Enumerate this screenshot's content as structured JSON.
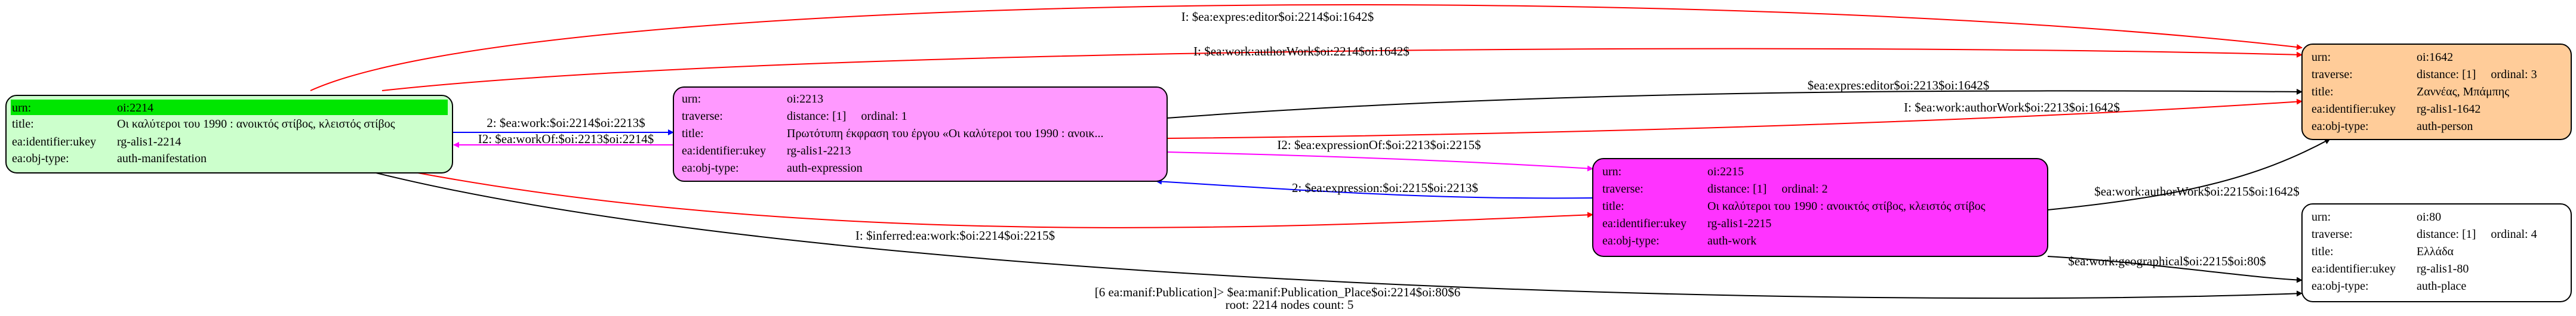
{
  "footer": "root: 2214 nodes count: 5",
  "colors": {
    "manifestation_fill": "#ccffcc",
    "manifestation_header": "#00e600",
    "expression_fill": "#ff99ff",
    "work_fill": "#ff33ff",
    "person_fill": "#ffcc99",
    "place_fill": "#ffffff",
    "edge_red": "#ff0000",
    "edge_black": "#000000",
    "edge_blue": "#0000ff",
    "edge_magenta": "#ff00ff"
  },
  "nodes": {
    "manif": {
      "id": "n2214",
      "fields": [
        {
          "k": "urn:",
          "v": "oi:2214"
        },
        {
          "k": "title:",
          "v": "Οι καλύτεροι του 1990 : ανοικτός στίβος, κλειστός στίβος"
        },
        {
          "k": "ea:identifier:ukey",
          "v": "rg-alis1-2214"
        },
        {
          "k": "ea:obj-type:",
          "v": "auth-manifestation"
        }
      ]
    },
    "expr": {
      "id": "n2213",
      "fields": [
        {
          "k": "urn:",
          "v": "oi:2213"
        },
        {
          "k": "traverse:",
          "v": "distance: [1]     ordinal: 1"
        },
        {
          "k": "title:",
          "v": "Πρωτότυπη έκφραση του έργου «Οι καλύτεροι του 1990 : ανοικ..."
        },
        {
          "k": "ea:identifier:ukey",
          "v": "rg-alis1-2213"
        },
        {
          "k": "ea:obj-type:",
          "v": "auth-expression"
        }
      ]
    },
    "work": {
      "id": "n2215",
      "fields": [
        {
          "k": "urn:",
          "v": "oi:2215"
        },
        {
          "k": "traverse:",
          "v": "distance: [1]     ordinal: 2"
        },
        {
          "k": "title:",
          "v": "Οι καλύτεροι του 1990 : ανοικτός στίβος, κλειστός στίβος"
        },
        {
          "k": "ea:identifier:ukey",
          "v": "rg-alis1-2215"
        },
        {
          "k": "ea:obj-type:",
          "v": "auth-work"
        }
      ]
    },
    "person": {
      "id": "n1642",
      "fields": [
        {
          "k": "urn:",
          "v": "oi:1642"
        },
        {
          "k": "traverse:",
          "v": "distance: [1]     ordinal: 3"
        },
        {
          "k": "title:",
          "v": "Ζαννέας, Μπάμπης"
        },
        {
          "k": "ea:identifier:ukey",
          "v": "rg-alis1-1642"
        },
        {
          "k": "ea:obj-type:",
          "v": "auth-person"
        }
      ]
    },
    "place": {
      "id": "n80",
      "fields": [
        {
          "k": "urn:",
          "v": "oi:80"
        },
        {
          "k": "traverse:",
          "v": "distance: [1]     ordinal: 4"
        },
        {
          "k": "title:",
          "v": "Ελλάδα"
        },
        {
          "k": "ea:identifier:ukey",
          "v": "rg-alis1-80"
        },
        {
          "k": "ea:obj-type:",
          "v": "auth-place"
        }
      ]
    }
  },
  "edges": [
    {
      "label": "I: $ea:expres:editor$oi:2214$oi:1642$"
    },
    {
      "label": "I: $ea:work:authorWork$oi:2214$oi:1642$"
    },
    {
      "label": "2: $ea:work:$oi:2214$oi:2213$"
    },
    {
      "label": "I2: $ea:workOf:$oi:2213$oi:2214$"
    },
    {
      "label": "$ea:expres:editor$oi:2213$oi:1642$"
    },
    {
      "label": "I: $ea:work:authorWork$oi:2213$oi:1642$"
    },
    {
      "label": "I2: $ea:expressionOf:$oi:2213$oi:2215$"
    },
    {
      "label": "2: $ea:expression:$oi:2215$oi:2213$"
    },
    {
      "label": "I: $inferred:ea:work:$oi:2214$oi:2215$"
    },
    {
      "label": "$ea:work:authorWork$oi:2215$oi:1642$"
    },
    {
      "label": "$ea:work:geographical$oi:2215$oi:80$"
    },
    {
      "label": "[6 ea:manif:Publication]> $ea:manif:Publication_Place$oi:2214$oi:80$6"
    }
  ]
}
